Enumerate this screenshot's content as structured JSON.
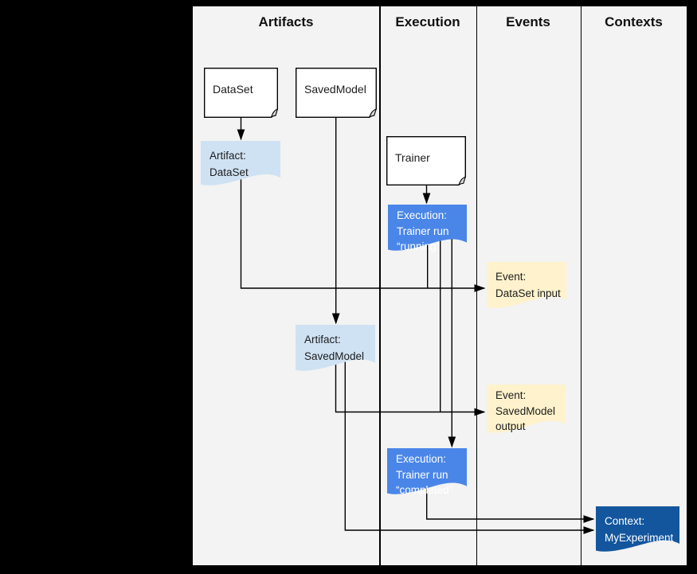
{
  "columns": [
    {
      "label": "Artifacts"
    },
    {
      "label": "Execution"
    },
    {
      "label": "Events"
    },
    {
      "label": "Contexts"
    }
  ],
  "colors": {
    "canvas": "#F2F3F2",
    "document-fill": "#FFFFFF",
    "artifact": "#CFE2F3",
    "execution": "#4A86E8",
    "event": "#FFF2CC",
    "context": "#13569E",
    "line": "#000000"
  },
  "nodes": {
    "dataset": {
      "label": "DataSet",
      "type": "document"
    },
    "savedmodel": {
      "label": "SavedModel",
      "type": "document"
    },
    "trainer": {
      "label": "Trainer",
      "type": "document"
    },
    "artifact_dataset": {
      "type": "artifact",
      "lines": [
        "Artifact:",
        "DataSet"
      ]
    },
    "execution_running": {
      "type": "execution",
      "lines": [
        "Execution:",
        "Trainer run",
        "“running”"
      ]
    },
    "event_dataset_input": {
      "type": "event",
      "lines": [
        "Event:",
        "DataSet input"
      ]
    },
    "artifact_savedmodel": {
      "type": "artifact",
      "lines": [
        "Artifact:",
        "SavedModel"
      ]
    },
    "event_savedmodel_output": {
      "type": "event",
      "lines": [
        "Event:",
        "SavedModel",
        "output"
      ]
    },
    "execution_completed": {
      "type": "execution",
      "lines": [
        "Execution:",
        "Trainer run",
        "“completed”"
      ]
    },
    "context_myexperiment": {
      "type": "context",
      "lines": [
        "Context:",
        "MyExperiment"
      ]
    }
  },
  "edges": [
    {
      "from": "dataset",
      "to": "artifact_dataset"
    },
    {
      "from": "savedmodel",
      "to": "artifact_savedmodel"
    },
    {
      "from": "trainer",
      "to": "execution_running"
    },
    {
      "from": "artifact_dataset",
      "to": "event_dataset_input"
    },
    {
      "from": "execution_running",
      "to": "event_dataset_input"
    },
    {
      "from": "execution_running",
      "to": "event_savedmodel_output"
    },
    {
      "from": "artifact_savedmodel",
      "to": "event_savedmodel_output"
    },
    {
      "from": "execution_running",
      "to": "execution_completed"
    },
    {
      "from": "execution_completed",
      "to": "context_myexperiment"
    },
    {
      "from": "artifact_savedmodel",
      "to": "context_myexperiment"
    }
  ]
}
